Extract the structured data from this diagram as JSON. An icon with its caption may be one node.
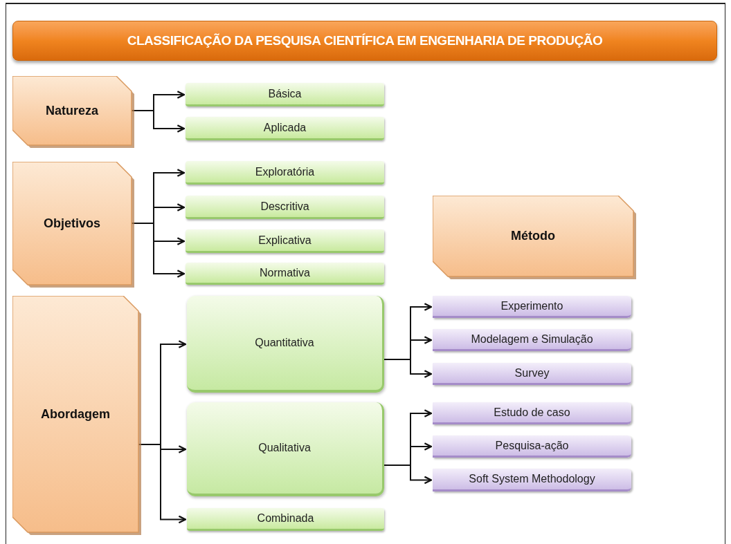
{
  "diagram": {
    "title": "CLASSIFICAÇÃO DA PESQUISA CIENTÍFICA EM ENGENHARIA DE PRODUÇÃO",
    "nodes": [
      {
        "text": [
          "Natureza"
        ]
      },
      {
        "text": [
          "Básica"
        ]
      },
      {
        "text": [
          "Aplicada"
        ]
      },
      {
        "text": [
          "Objetivos"
        ]
      },
      {
        "text": [
          "Exploratória"
        ]
      },
      {
        "text": [
          "Descritiva"
        ]
      },
      {
        "text": [
          "Explicativa"
        ]
      },
      {
        "text": [
          "Normativa"
        ]
      },
      {
        "text": [
          "Método"
        ]
      },
      {
        "text": [
          "Abordagem"
        ]
      },
      {
        "text": [
          "Quantitativa"
        ]
      },
      {
        "text": [
          "Qualitativa"
        ]
      },
      {
        "text": [
          "Combinada"
        ]
      },
      {
        "text": [
          "Experimento"
        ]
      },
      {
        "text": [
          "Modelagem e Simulação"
        ]
      },
      {
        "text": [
          "Survey"
        ]
      },
      {
        "text": [
          "Estudo de caso"
        ]
      },
      {
        "text": [
          "Pesquisa-ação"
        ]
      },
      {
        "text": [
          "Soft System Methodology"
        ]
      }
    ],
    "edges": [
      {
        "from": 0,
        "to": 1,
        "arrow": "to"
      },
      {
        "from": 0,
        "to": 2,
        "arrow": "to"
      },
      {
        "from": 3,
        "to": 4,
        "arrow": "to"
      },
      {
        "from": 3,
        "to": 5,
        "arrow": "to"
      },
      {
        "from": 3,
        "to": 6,
        "arrow": "to"
      },
      {
        "from": 3,
        "to": 7,
        "arrow": "to"
      },
      {
        "from": 9,
        "to": 10,
        "arrow": "to"
      },
      {
        "from": 9,
        "to": 11,
        "arrow": "to"
      },
      {
        "from": 9,
        "to": 12,
        "arrow": "to"
      },
      {
        "from": 10,
        "to": 13,
        "arrow": "to"
      },
      {
        "from": 10,
        "to": 14,
        "arrow": "to"
      },
      {
        "from": 10,
        "to": 15,
        "arrow": "to"
      },
      {
        "from": 11,
        "to": 16,
        "arrow": "to"
      },
      {
        "from": 11,
        "to": 17,
        "arrow": "to"
      },
      {
        "from": 11,
        "to": 18,
        "arrow": "to"
      }
    ]
  }
}
